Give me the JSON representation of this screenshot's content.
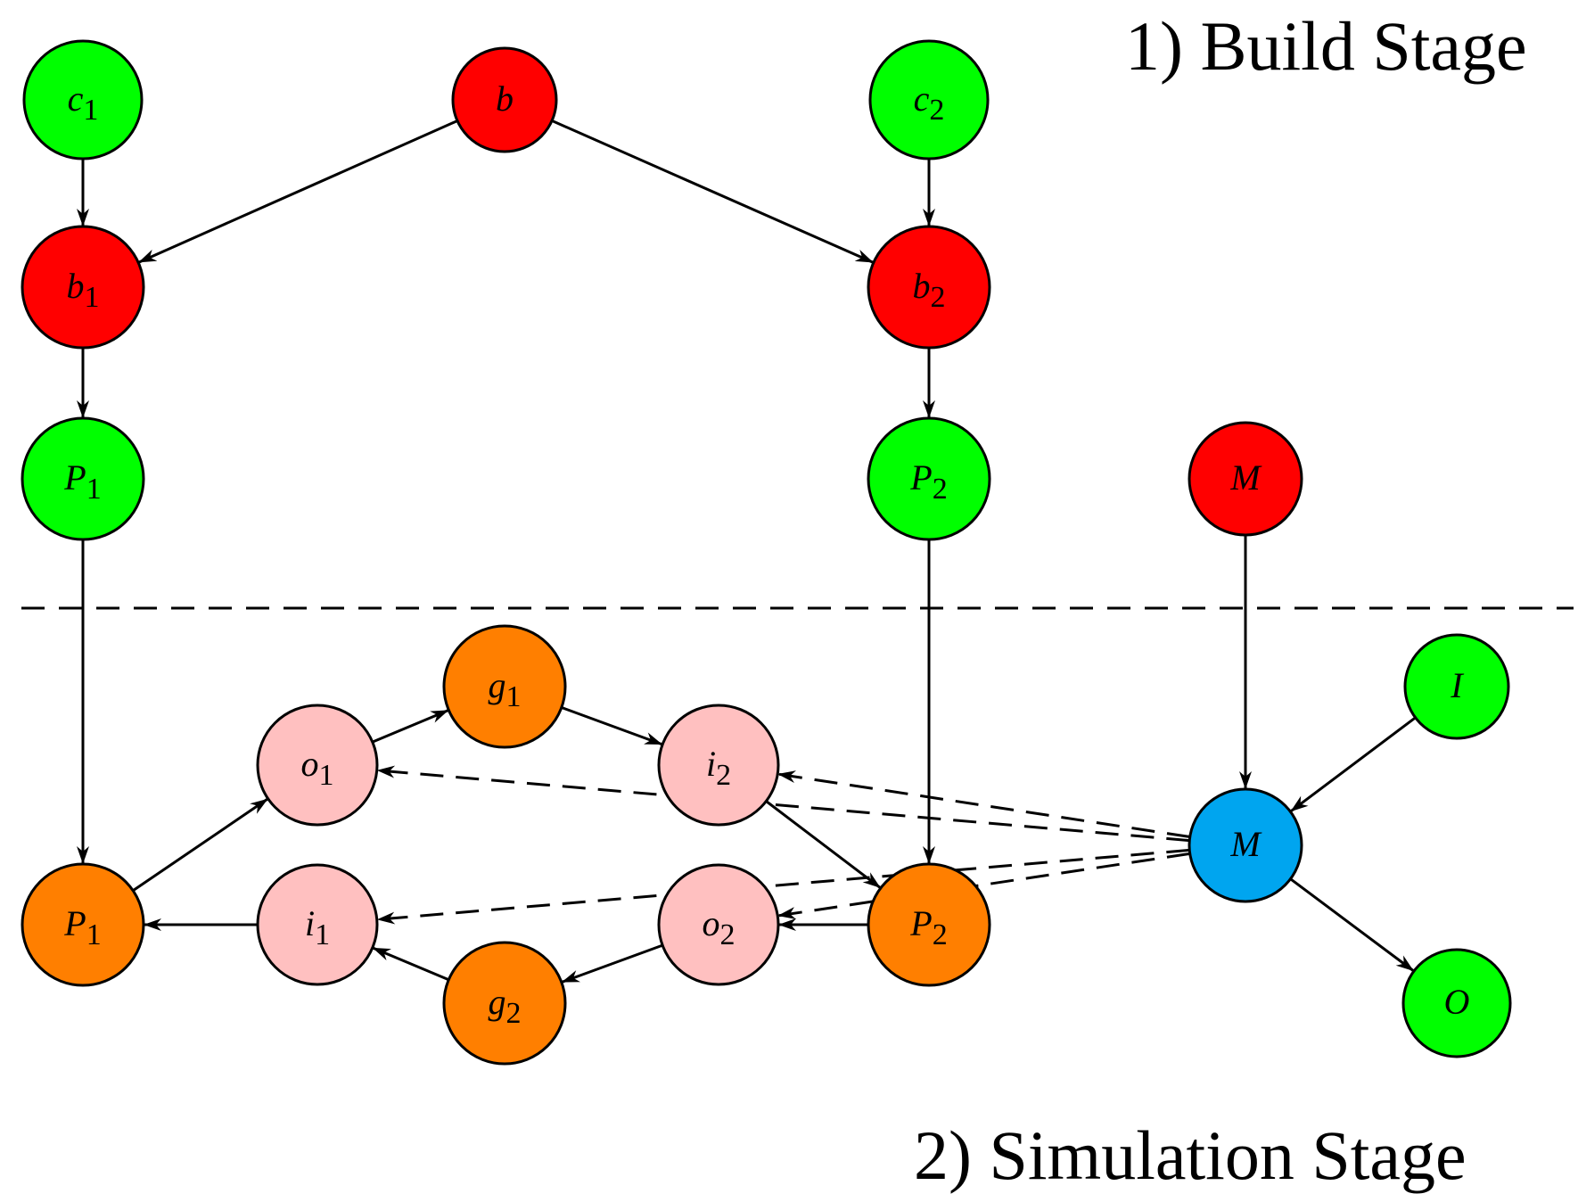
{
  "stages": {
    "build": "1) Build Stage",
    "simulation": "2) Simulation Stage"
  },
  "colors": {
    "green": "#00ff00",
    "red": "#ff0000",
    "orange": "#ff7f00",
    "pink": "#ffc0c0",
    "blue": "#00a5ef",
    "stroke": "#000000"
  },
  "nodes": [
    {
      "id": "c1",
      "letter": "c",
      "sub": "1",
      "color": "green"
    },
    {
      "id": "b",
      "letter": "b",
      "sub": "",
      "color": "red"
    },
    {
      "id": "c2",
      "letter": "c",
      "sub": "2",
      "color": "green"
    },
    {
      "id": "b1",
      "letter": "b",
      "sub": "1",
      "color": "red"
    },
    {
      "id": "b2",
      "letter": "b",
      "sub": "2",
      "color": "red"
    },
    {
      "id": "P1b",
      "letter": "P",
      "sub": "1",
      "color": "green"
    },
    {
      "id": "P2b",
      "letter": "P",
      "sub": "2",
      "color": "green"
    },
    {
      "id": "Mb",
      "letter": "M",
      "sub": "",
      "color": "red"
    },
    {
      "id": "g1",
      "letter": "g",
      "sub": "1",
      "color": "orange"
    },
    {
      "id": "o1",
      "letter": "o",
      "sub": "1",
      "color": "pink"
    },
    {
      "id": "i2",
      "letter": "i",
      "sub": "2",
      "color": "pink"
    },
    {
      "id": "I",
      "letter": "I",
      "sub": "",
      "color": "green"
    },
    {
      "id": "Ms",
      "letter": "M",
      "sub": "",
      "color": "blue"
    },
    {
      "id": "P1s",
      "letter": "P",
      "sub": "1",
      "color": "orange"
    },
    {
      "id": "i1",
      "letter": "i",
      "sub": "1",
      "color": "pink"
    },
    {
      "id": "o2",
      "letter": "o",
      "sub": "2",
      "color": "pink"
    },
    {
      "id": "P2s",
      "letter": "P",
      "sub": "2",
      "color": "orange"
    },
    {
      "id": "g2",
      "letter": "g",
      "sub": "2",
      "color": "orange"
    },
    {
      "id": "O",
      "letter": "O",
      "sub": "",
      "color": "green"
    }
  ],
  "edges": [
    {
      "from": "c1",
      "to": "b1",
      "style": "solid"
    },
    {
      "from": "b",
      "to": "b1",
      "style": "solid"
    },
    {
      "from": "b",
      "to": "b2",
      "style": "solid"
    },
    {
      "from": "c2",
      "to": "b2",
      "style": "solid"
    },
    {
      "from": "b1",
      "to": "P1b",
      "style": "solid"
    },
    {
      "from": "b2",
      "to": "P2b",
      "style": "solid"
    },
    {
      "from": "P1b",
      "to": "P1s",
      "style": "solid"
    },
    {
      "from": "P2b",
      "to": "P2s",
      "style": "solid"
    },
    {
      "from": "Mb",
      "to": "Ms",
      "style": "solid"
    },
    {
      "from": "I",
      "to": "Ms",
      "style": "solid"
    },
    {
      "from": "Ms",
      "to": "O",
      "style": "solid"
    },
    {
      "from": "P1s",
      "to": "o1",
      "style": "solid"
    },
    {
      "from": "o1",
      "to": "g1",
      "style": "solid"
    },
    {
      "from": "g1",
      "to": "i2",
      "style": "solid"
    },
    {
      "from": "i2",
      "to": "P2s",
      "style": "solid"
    },
    {
      "from": "P2s",
      "to": "o2",
      "style": "solid"
    },
    {
      "from": "o2",
      "to": "g2",
      "style": "solid"
    },
    {
      "from": "g2",
      "to": "i1",
      "style": "solid"
    },
    {
      "from": "i1",
      "to": "P1s",
      "style": "solid"
    },
    {
      "from": "Ms",
      "to": "o1",
      "style": "dashed"
    },
    {
      "from": "Ms",
      "to": "i2",
      "style": "dashed"
    },
    {
      "from": "Ms",
      "to": "o2",
      "style": "dashed"
    },
    {
      "from": "Ms",
      "to": "i1",
      "style": "dashed"
    }
  ]
}
